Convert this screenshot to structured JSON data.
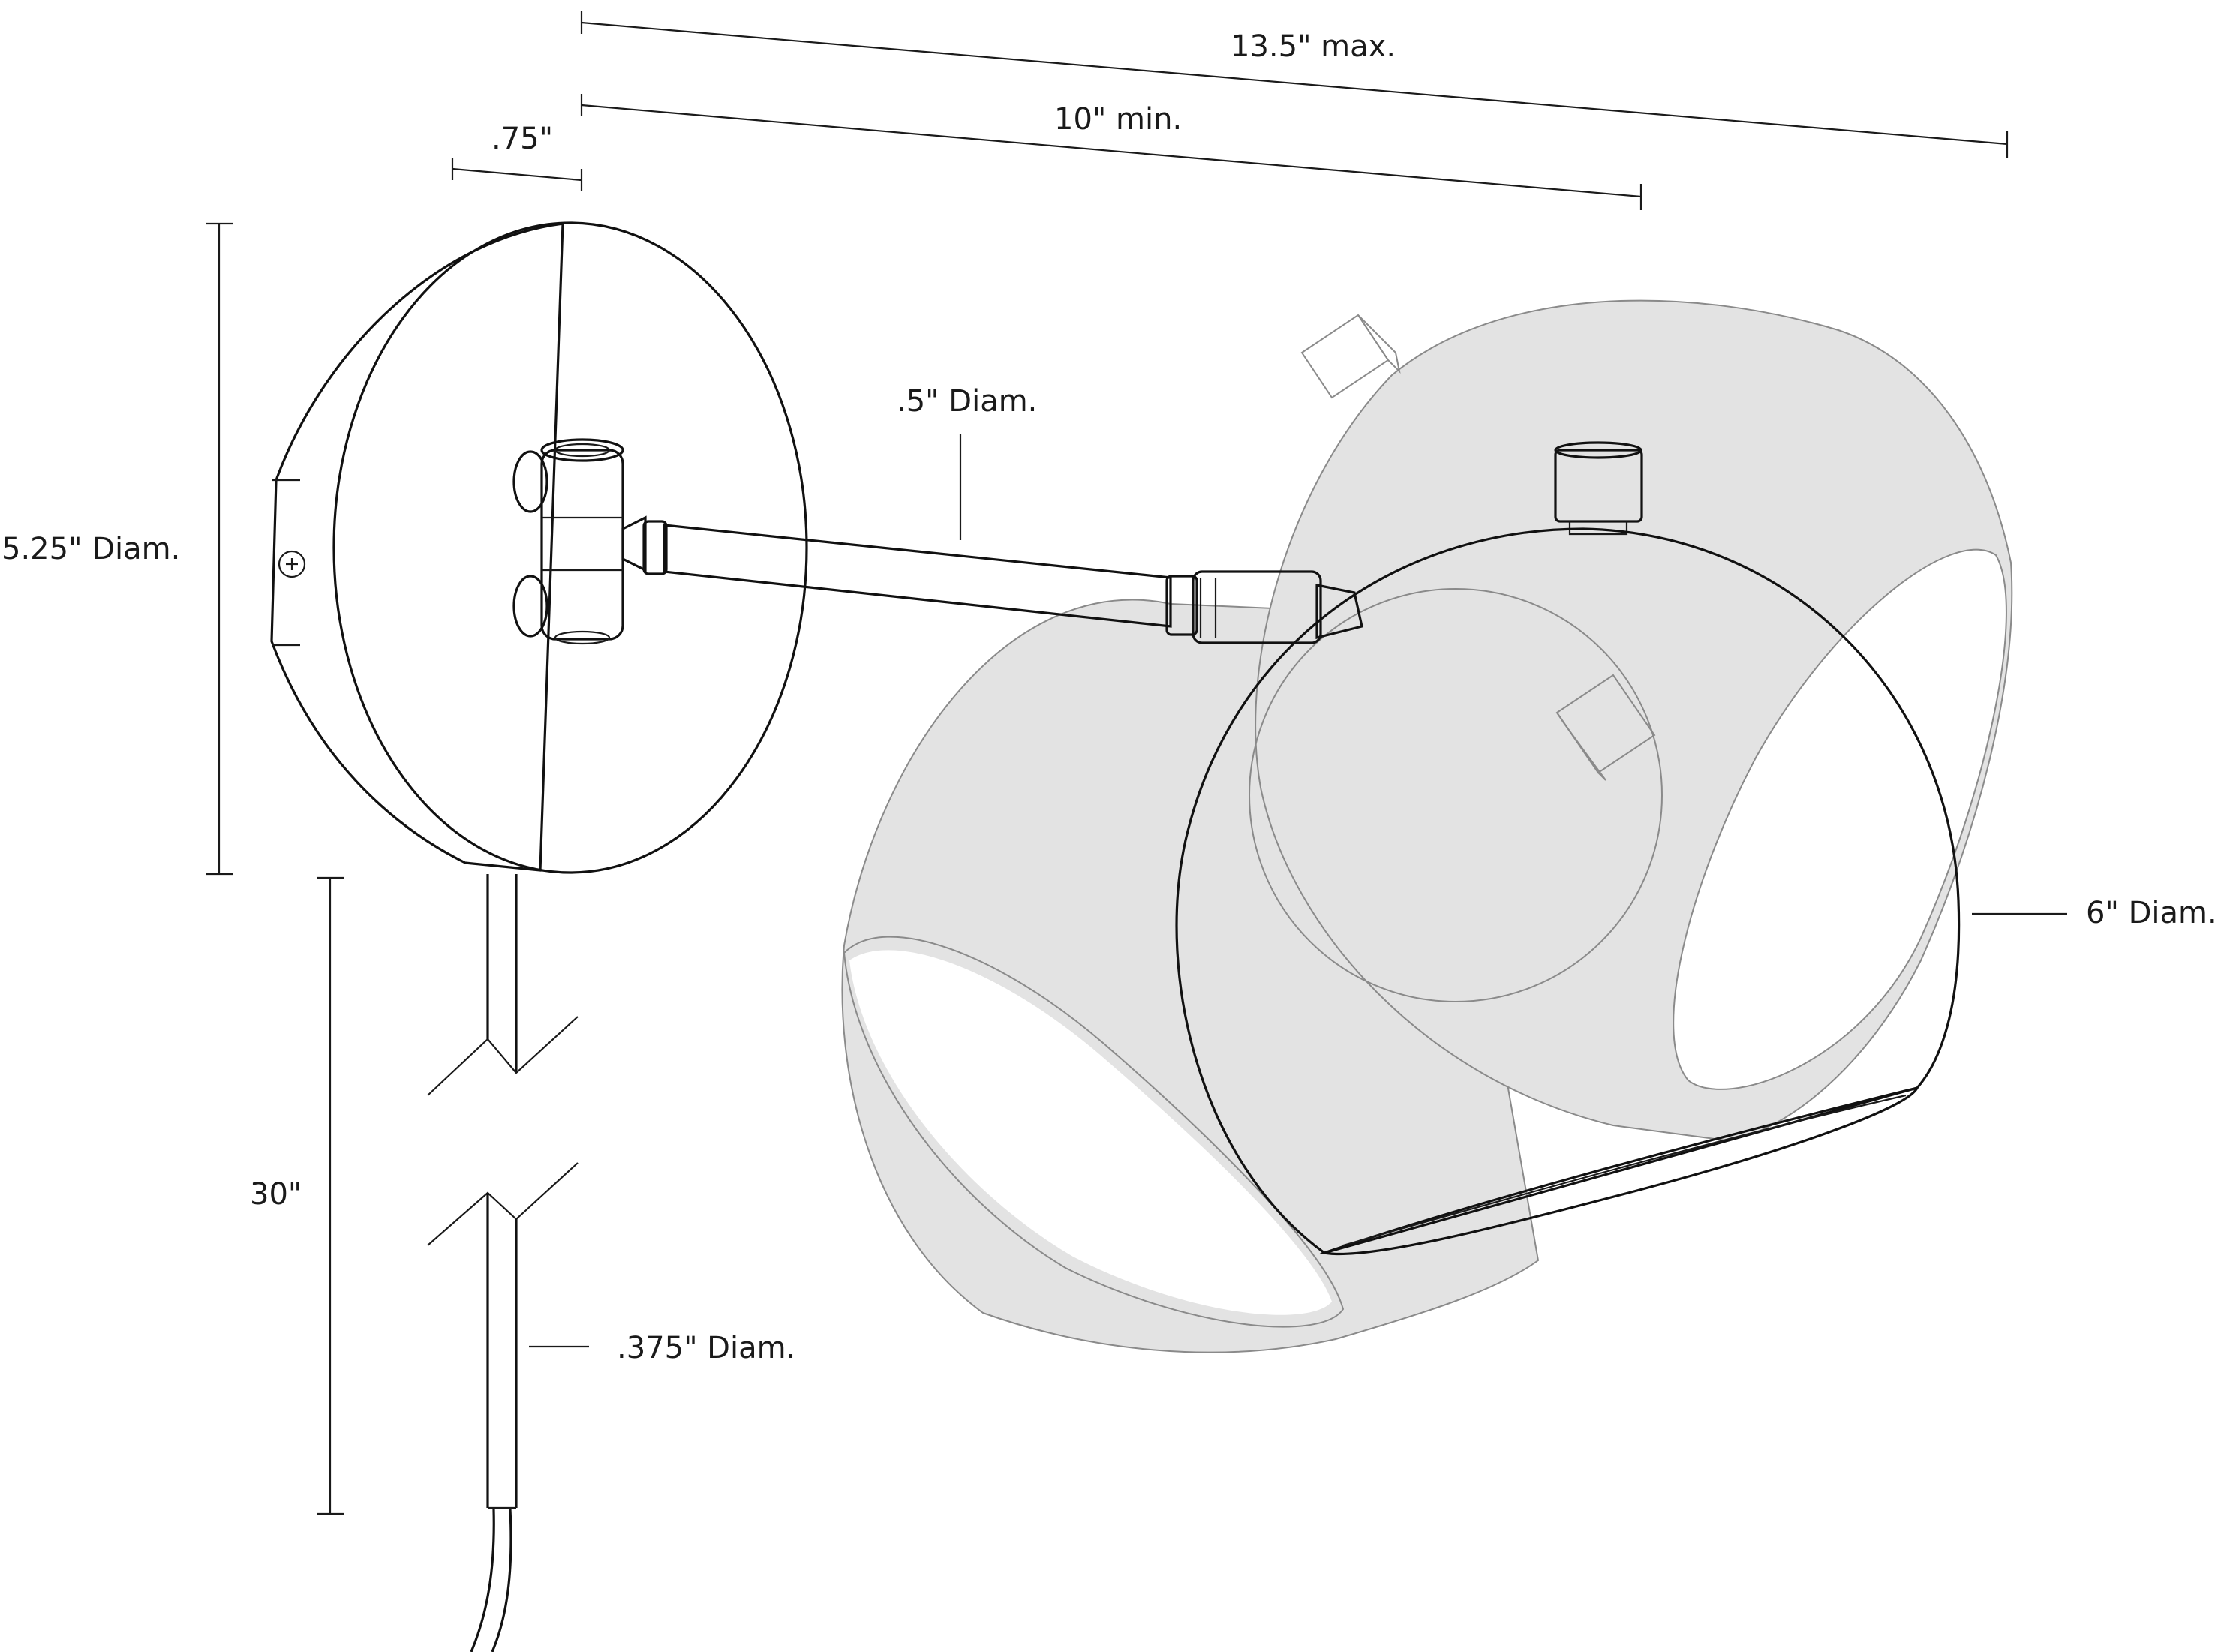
{
  "dimensions": {
    "max_reach": "13.5\" max.",
    "min_reach": "10\" min.",
    "backplate_depth": ".75\"",
    "backplate_diameter": "5.25\" Diam.",
    "arm_diameter": ".5\" Diam.",
    "shade_diameter": "6\" Diam.",
    "cord_length": "30\"",
    "cord_diameter": ".375\" Diam."
  }
}
